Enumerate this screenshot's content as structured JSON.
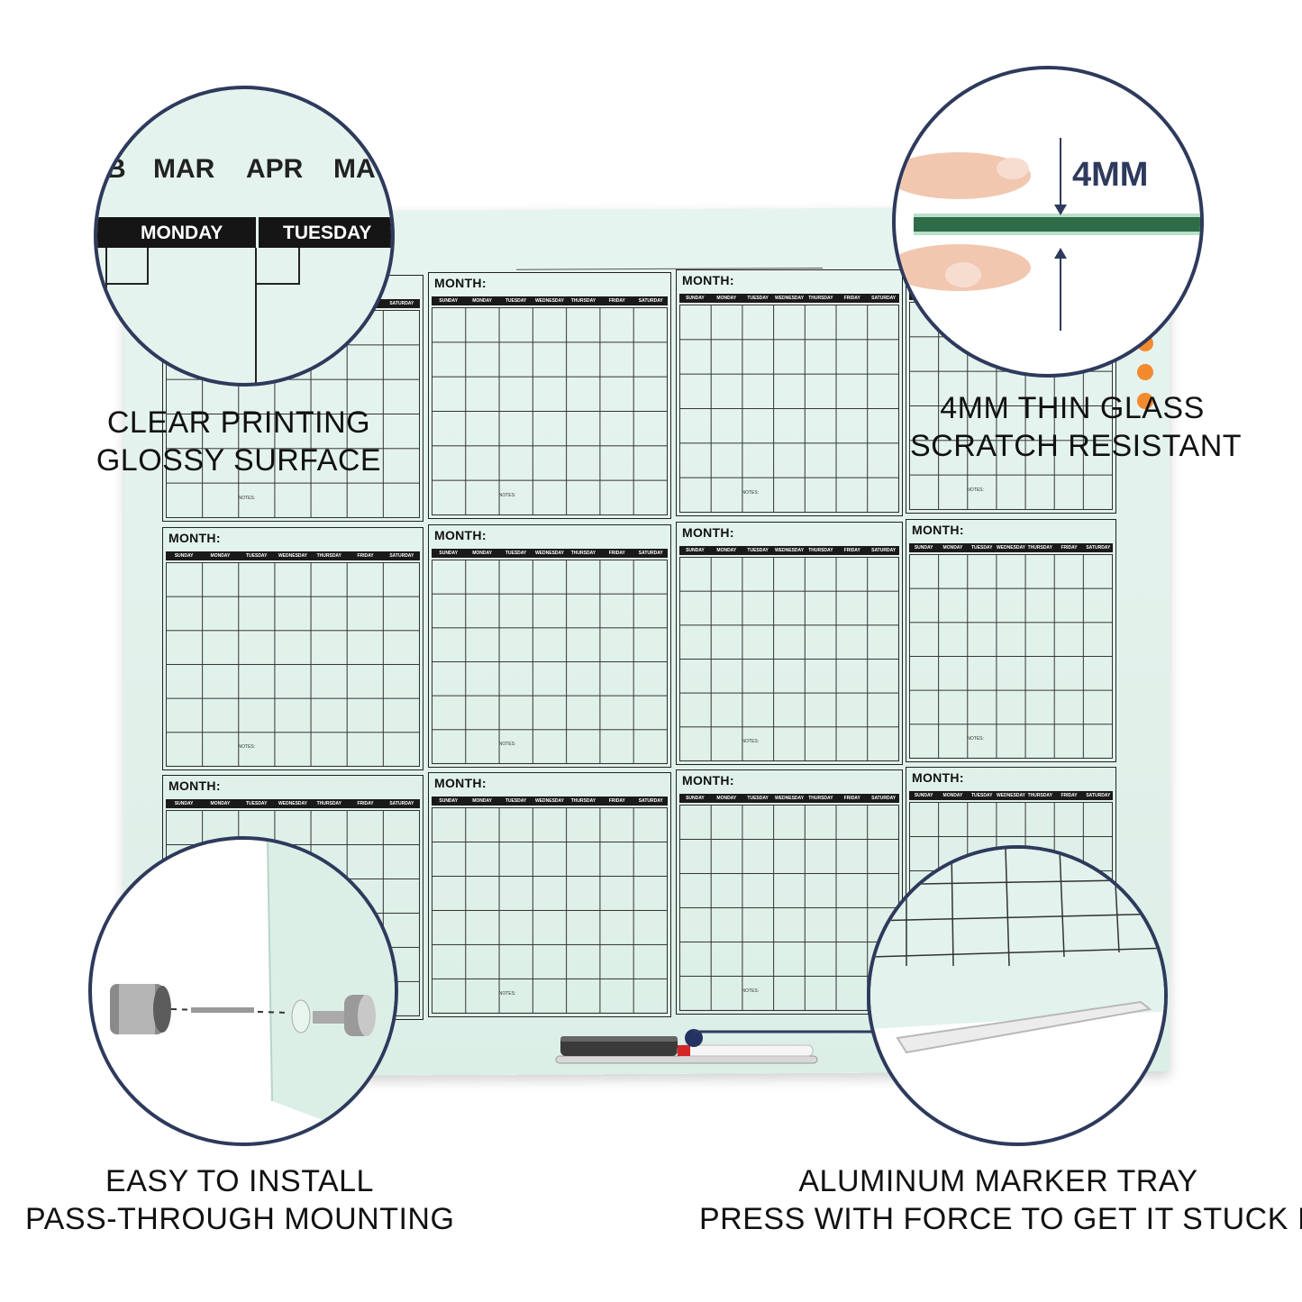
{
  "calendar": {
    "month_label": "MONTH:",
    "notes_label": "NOTES:",
    "days": [
      "SUNDAY",
      "MONDAY",
      "TUESDAY",
      "WEDNESDAY",
      "THURSDAY",
      "FRIDAY",
      "SATURDAY"
    ]
  },
  "callouts": {
    "top_left": {
      "months": [
        "B",
        "MAR",
        "APR",
        "MA"
      ],
      "days": [
        "MONDAY",
        "TUESDAY"
      ],
      "line1": "CLEAR PRINTING",
      "line2": "GLOSSY SURFACE"
    },
    "top_right": {
      "measure": "4MM",
      "line1": "4MM THIN GLASS",
      "line2": "SCRATCH RESISTANT"
    },
    "bottom_left": {
      "line1": "EASY TO INSTALL",
      "line2": "PASS-THROUGH MOUNTING"
    },
    "bottom_right": {
      "line1": "ALUMINUM MARKER TRAY",
      "line2": "PRESS WITH FORCE TO GET IT STUCK IN"
    }
  },
  "colors": {
    "board": "#dff1ea",
    "callout_border": "#2e3a5c",
    "accent_dots": "#f48a2e"
  }
}
